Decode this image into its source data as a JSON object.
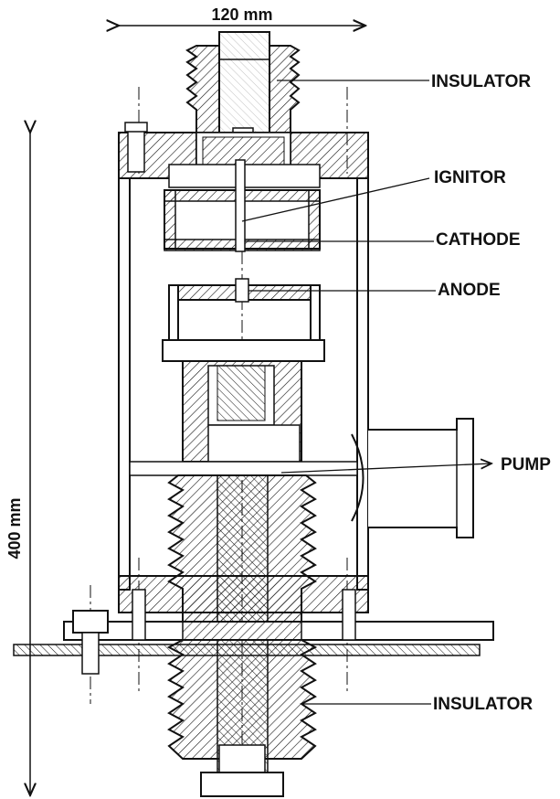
{
  "dimensions": {
    "width_label": "120 mm",
    "height_label": "400 mm"
  },
  "labels": {
    "insulator_top": "INSULATOR",
    "ignitor": "IGNITOR",
    "cathode": "CATHODE",
    "anode": "ANODE",
    "pump": "PUMP",
    "insulator_bottom": "INSULATOR"
  },
  "colors": {
    "ink": "#111111",
    "paper": "#ffffff"
  }
}
